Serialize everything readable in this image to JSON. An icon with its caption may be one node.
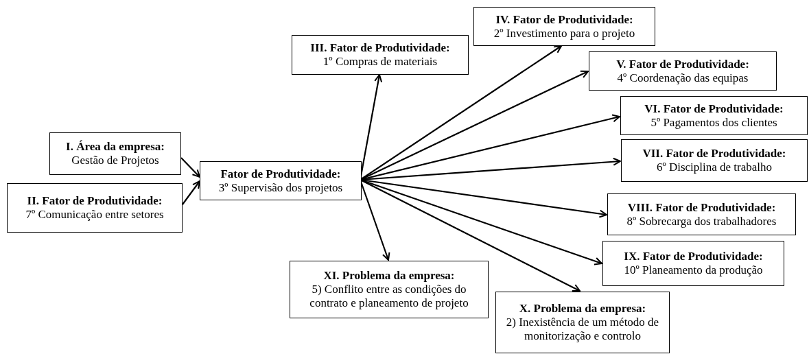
{
  "diagram": {
    "nodes": [
      {
        "text": [
          "I. Área da empresa:",
          "Gestão de Projetos"
        ]
      },
      {
        "text": [
          "II. Fator de Produtividade:",
          "7º Comunicação entre setores"
        ]
      },
      {
        "text": [
          "Fator de Produtividade:",
          "3º Supervisão dos projetos"
        ]
      },
      {
        "text": [
          "III. Fator de Produtividade:",
          "1º Compras de materiais"
        ]
      },
      {
        "text": [
          "IV. Fator de Produtividade:",
          "2º Investimento para o projeto"
        ]
      },
      {
        "text": [
          "V. Fator de Produtividade:",
          "4º Coordenação das equipas"
        ]
      },
      {
        "text": [
          "VI. Fator de Produtividade:",
          "5º Pagamentos dos clientes"
        ]
      },
      {
        "text": [
          "VII. Fator de Produtividade:",
          "6º Disciplina de trabalho"
        ]
      },
      {
        "text": [
          "VIII. Fator de Produtividade:",
          "8º Sobrecarga dos trabalhadores"
        ]
      },
      {
        "text": [
          "IX. Fator de Produtividade:",
          "10º Planeamento da produção"
        ]
      },
      {
        "text": [
          "XI. Problema da empresa:",
          "5) Conflito entre as condições do contrato e planeamento de projeto"
        ]
      },
      {
        "text": [
          "X. Problema da empresa:",
          "2) Inexistência de um método de monitorização e controlo"
        ]
      }
    ],
    "edges": [
      {
        "from": 0,
        "to": 2,
        "arrow": "to"
      },
      {
        "from": 1,
        "to": 2,
        "arrow": "to"
      },
      {
        "from": 2,
        "to": 3,
        "arrow": "to"
      },
      {
        "from": 2,
        "to": 4,
        "arrow": "to"
      },
      {
        "from": 2,
        "to": 5,
        "arrow": "to"
      },
      {
        "from": 2,
        "to": 6,
        "arrow": "to"
      },
      {
        "from": 2,
        "to": 7,
        "arrow": "to"
      },
      {
        "from": 2,
        "to": 8,
        "arrow": "to"
      },
      {
        "from": 2,
        "to": 9,
        "arrow": "to"
      },
      {
        "from": 2,
        "to": 10,
        "arrow": "to"
      },
      {
        "from": 2,
        "to": 11,
        "arrow": "to"
      }
    ]
  }
}
